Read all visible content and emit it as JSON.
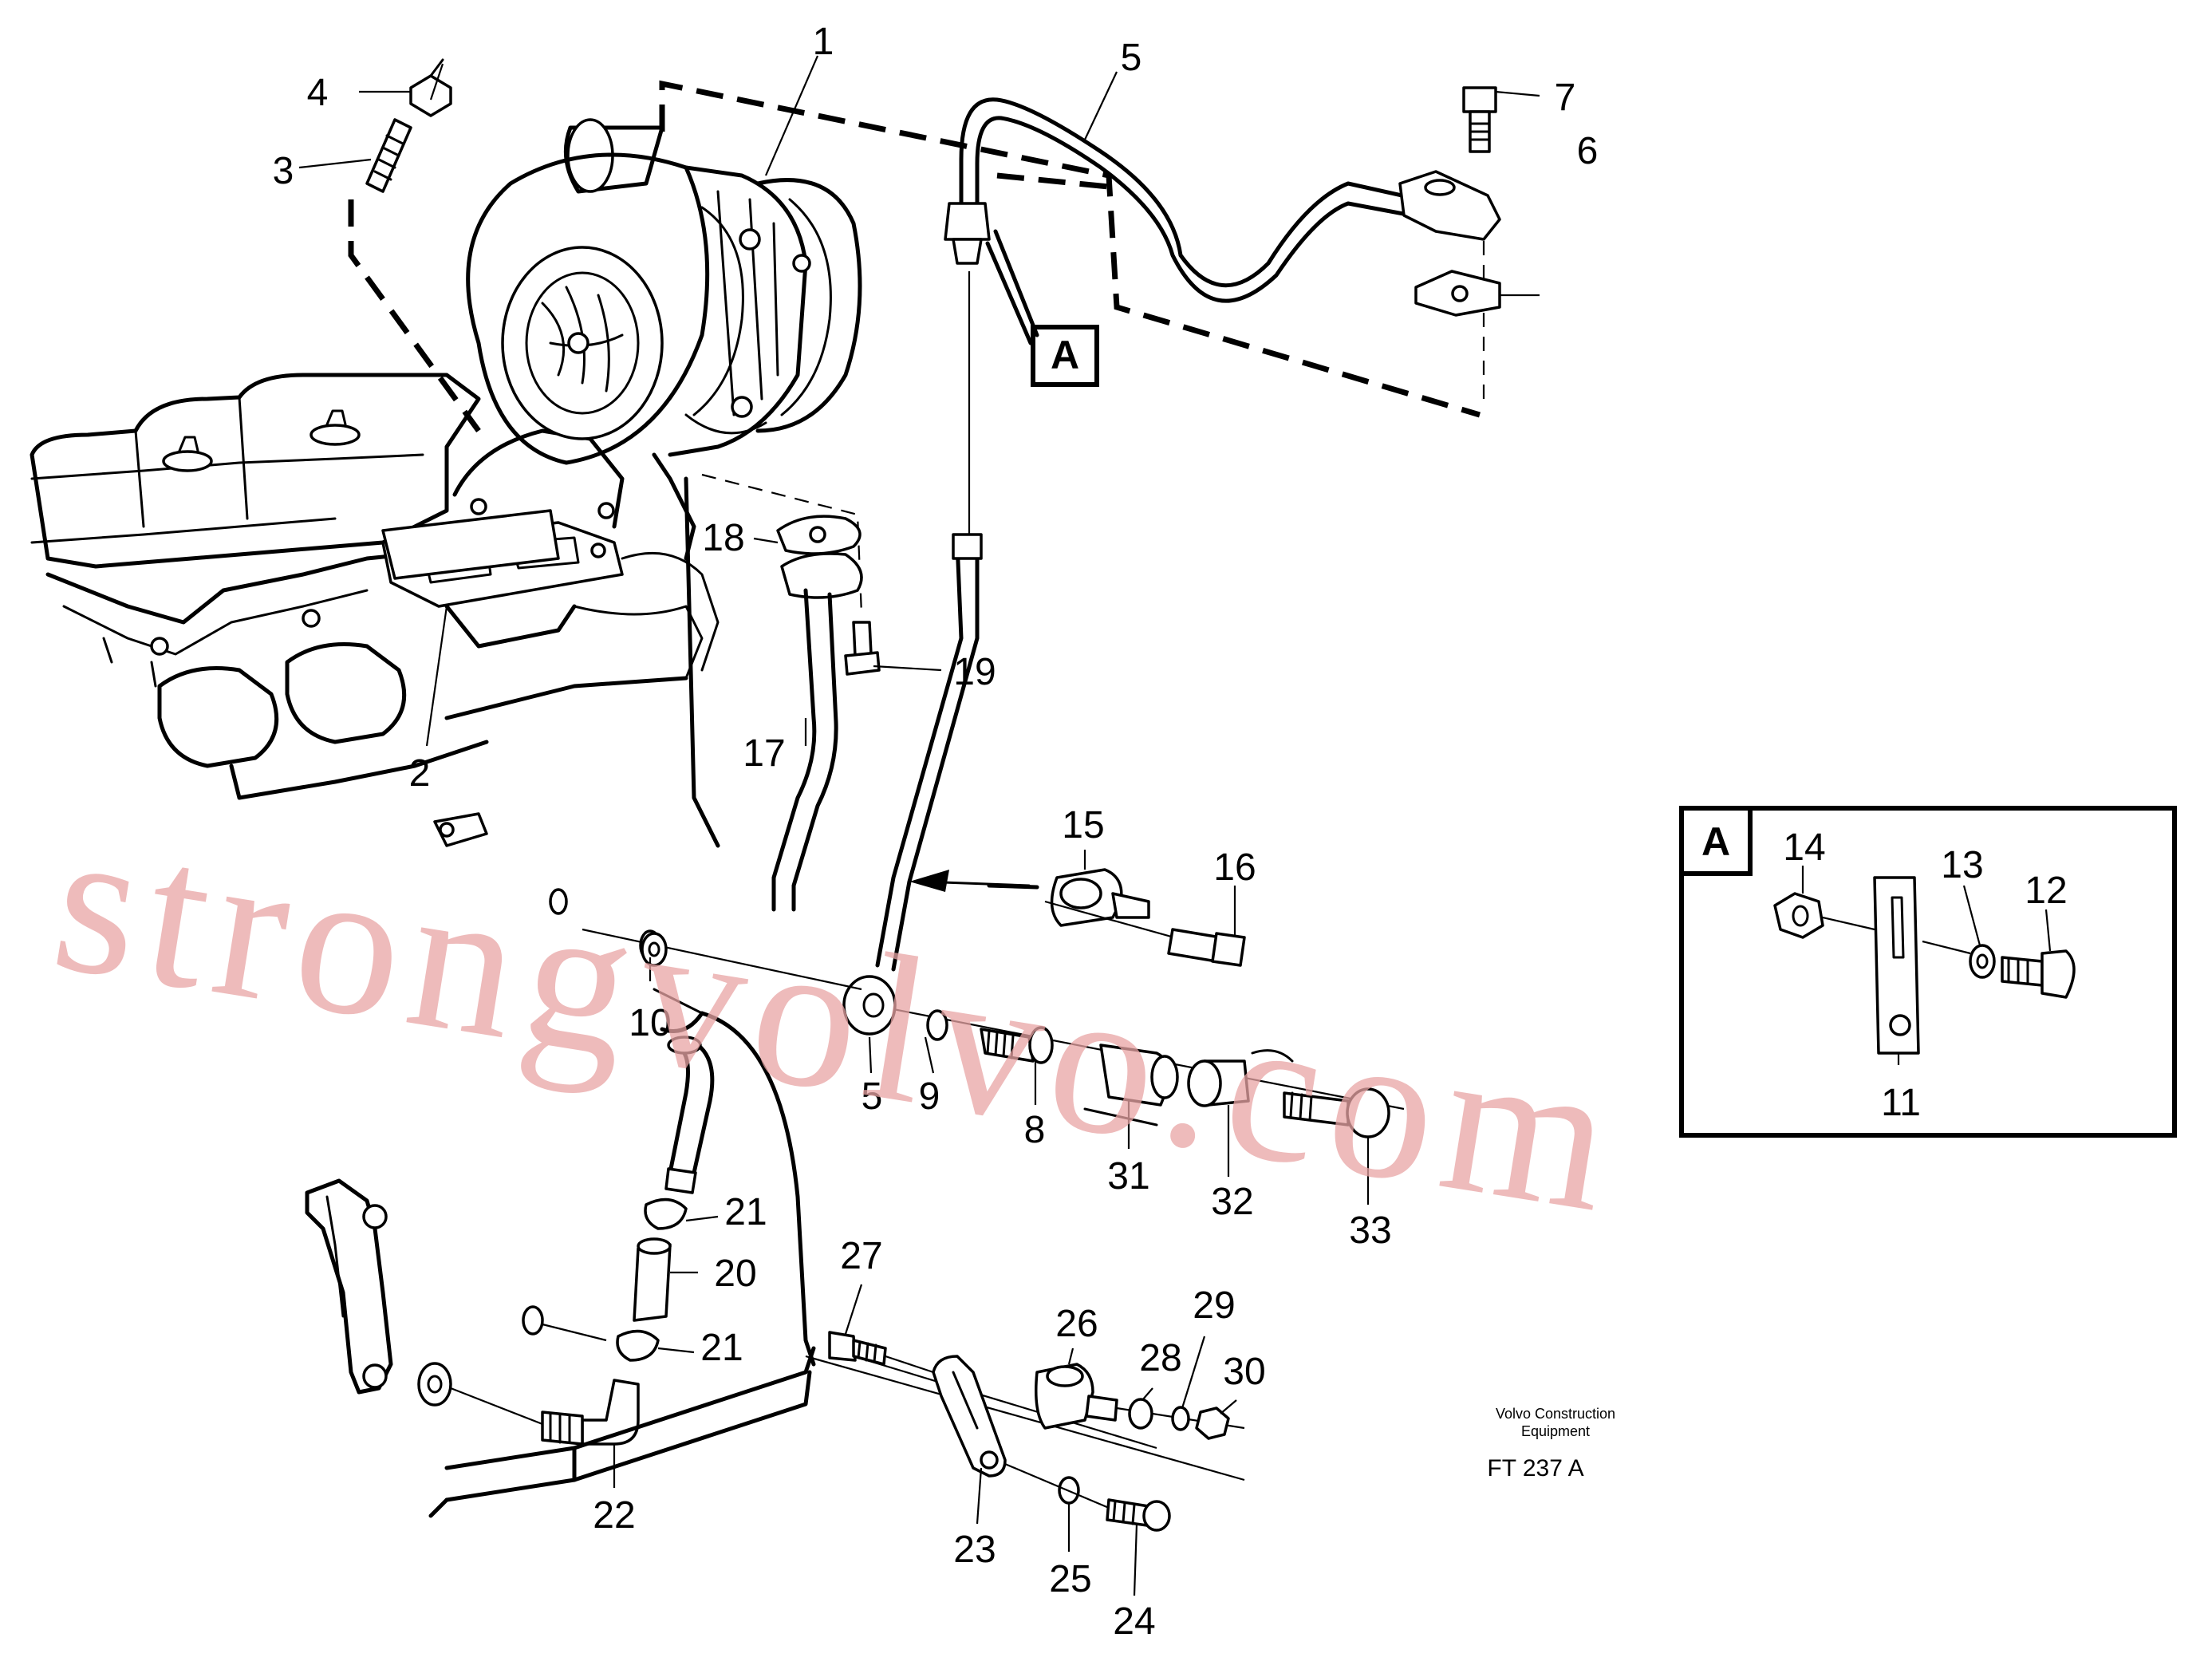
{
  "diagram": {
    "callouts": [
      "1",
      "2",
      "3",
      "4",
      "5",
      "6",
      "7",
      "18",
      "19",
      "17",
      "15",
      "16",
      "10",
      "5",
      "9",
      "8",
      "31",
      "32",
      "33",
      "21",
      "20",
      "21",
      "22",
      "27",
      "26",
      "28",
      "29",
      "30",
      "23",
      "25",
      "24"
    ],
    "detail_box": {
      "title": "A",
      "callouts": [
        "14",
        "13",
        "12",
        "11"
      ]
    },
    "detail_ref": "A",
    "watermark": "strongvolvo.com",
    "footer": {
      "manufacturer_line1": "Volvo Construction",
      "manufacturer_line2": "Equipment",
      "code": "FT 237 A"
    }
  }
}
